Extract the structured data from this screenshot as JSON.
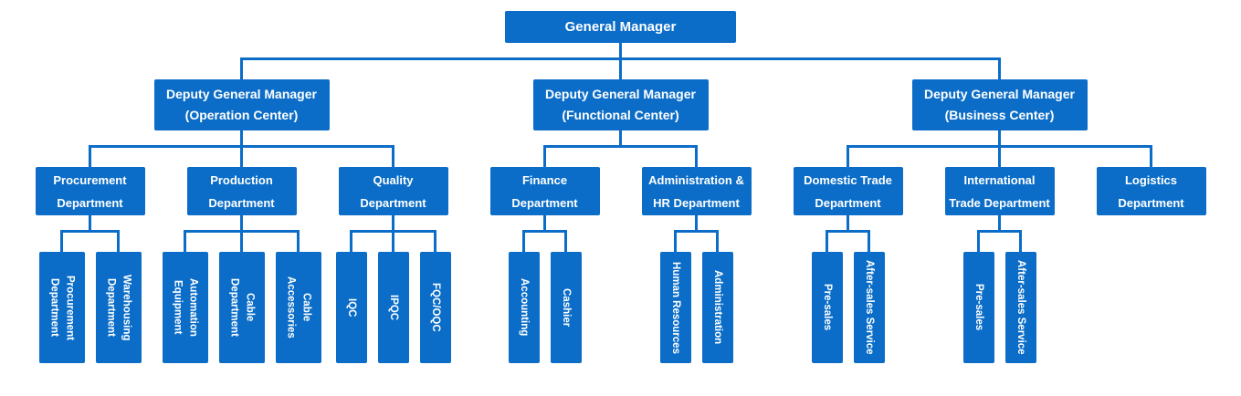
{
  "palette": {
    "node_fill": "#0b6dc7",
    "node_text": "#ffffff",
    "connector": "#0b6dc7",
    "background": "#ffffff"
  },
  "organization": {
    "label": "General Manager",
    "children": [
      {
        "label": "Deputy General Manager\n(Operation Center)",
        "children": [
          {
            "label": "Procurement\nDepartment",
            "children": [
              {
                "label": "Procurement\nDepartment",
                "children": []
              },
              {
                "label": "Warehousing\nDepartment",
                "children": []
              }
            ]
          },
          {
            "label": "Production\nDepartment",
            "children": [
              {
                "label": "Automation\nEquipment",
                "children": []
              },
              {
                "label": "Cable\nDepartment",
                "children": []
              },
              {
                "label": "Cable\nAccessories",
                "children": []
              }
            ]
          },
          {
            "label": "Quality\nDepartment",
            "children": [
              {
                "label": "IQC",
                "children": []
              },
              {
                "label": "IPQC",
                "children": []
              },
              {
                "label": "FQC/OQC",
                "children": []
              }
            ]
          }
        ]
      },
      {
        "label": "Deputy General Manager\n(Functional Center)",
        "children": [
          {
            "label": "Finance\nDepartment",
            "children": [
              {
                "label": "Accounting",
                "children": []
              },
              {
                "label": "Cashier",
                "children": []
              }
            ]
          },
          {
            "label": "Administration &\nHR Department",
            "children": [
              {
                "label": "Human Resources",
                "children": []
              },
              {
                "label": "Administration",
                "children": []
              }
            ]
          }
        ]
      },
      {
        "label": "Deputy General Manager\n(Business Center)",
        "children": [
          {
            "label": "Domestic Trade\nDepartment",
            "children": [
              {
                "label": "Pre-sales",
                "children": []
              },
              {
                "label": "After-sales Service",
                "children": []
              }
            ]
          },
          {
            "label": "International\nTrade Department",
            "children": [
              {
                "label": "Pre-sales",
                "children": []
              },
              {
                "label": "After-sales Service",
                "children": []
              }
            ]
          },
          {
            "label": "Logistics\nDepartment",
            "children": []
          }
        ]
      }
    ]
  }
}
